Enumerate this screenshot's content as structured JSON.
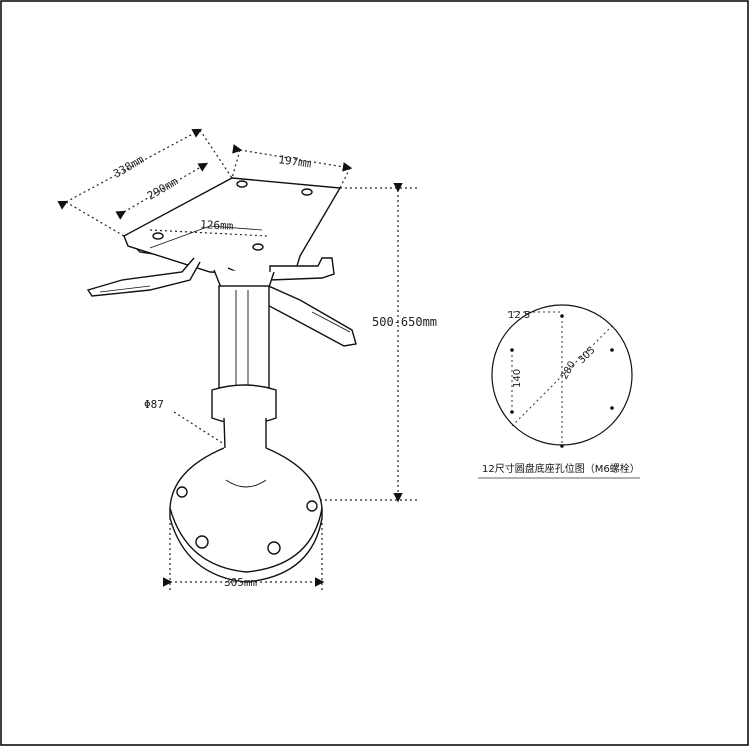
{
  "drawing": {
    "dims": {
      "length_outer": "338mm",
      "length_inner": "290mm",
      "width_top": "197mm",
      "hole_spacing": "126mm",
      "height_range": "500-650mm",
      "column_diameter": "Φ87",
      "base_diameter": "305mm"
    }
  },
  "hole_pattern": {
    "offset": "12.5",
    "bolt_spacing_short": "140",
    "bolt_spacing_long": "280",
    "plate_diameter": "305",
    "caption": "12尺寸圆盘底座孔位图（M6螺栓）"
  },
  "colors": {
    "line": "#111111",
    "dim": "#222222",
    "frame": "#000000"
  }
}
